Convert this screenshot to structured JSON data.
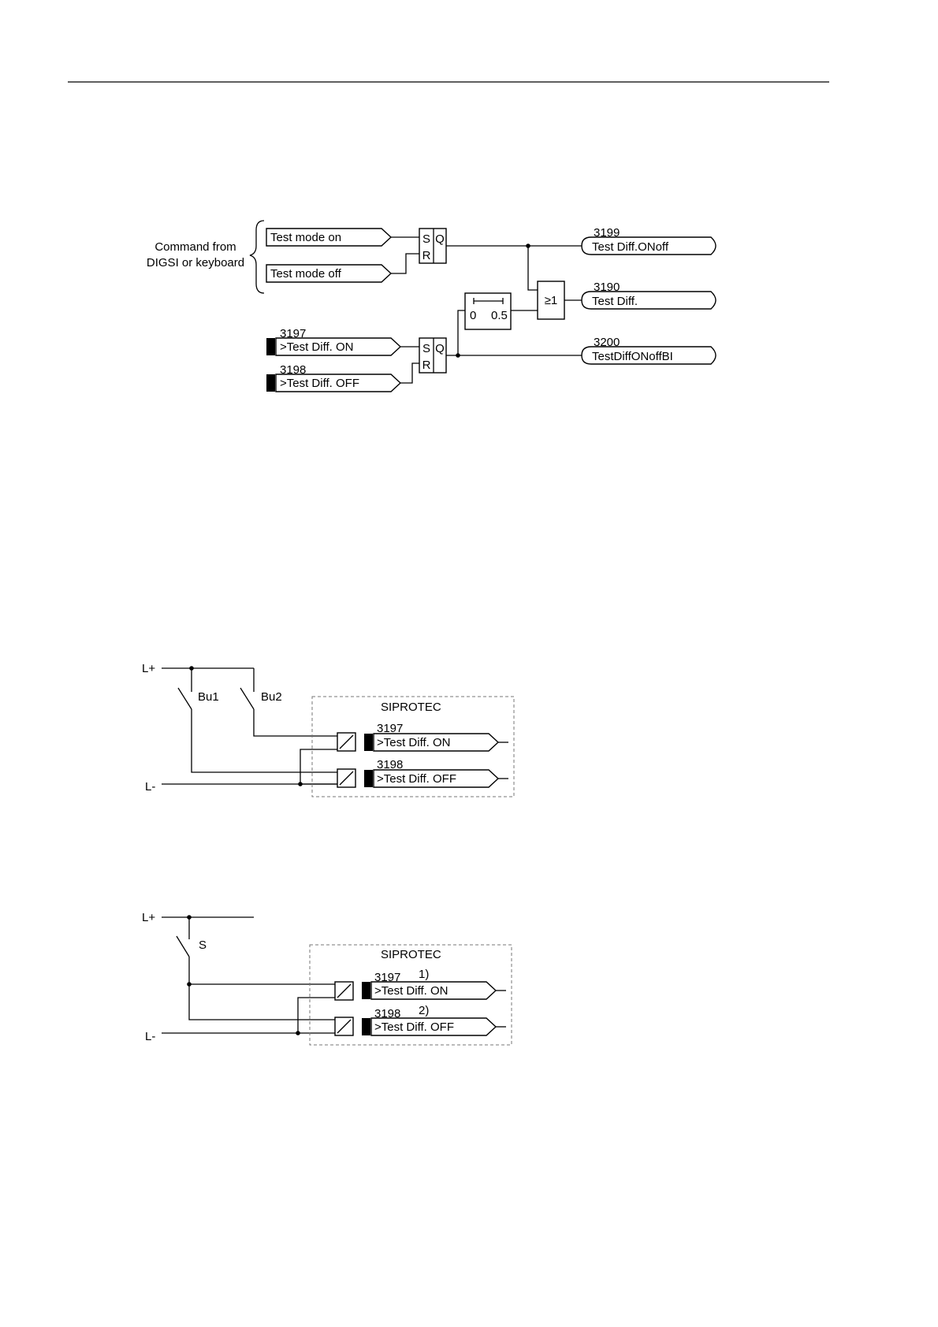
{
  "logic_diagram": {
    "command_source": [
      "Command from",
      "DIGSI or keyboard"
    ],
    "input_test_mode_on": "Test mode on",
    "input_test_mode_off": "Test mode off",
    "flipflop_s": "S",
    "flipflop_q": "Q",
    "flipflop_r": "R",
    "binary_in_on_no": "3197",
    "binary_in_on": ">Test Diff. ON",
    "binary_in_off_no": "3198",
    "binary_in_off": ">Test Diff. OFF",
    "timer_t1": "0",
    "timer_t2": "0.5",
    "or_gate": "≥1",
    "out_onoff_no": "3199",
    "out_onoff": "Test Diff.ONoff",
    "out_test_no": "3190",
    "out_test": "Test Diff.",
    "out_onoffbi_no": "3200",
    "out_onoffbi": "TestDiffONoffBI"
  },
  "wiring_pushbuttons": {
    "l_plus": "L+",
    "l_minus": "L-",
    "button1": "Bu1",
    "button2": "Bu2",
    "device": "SIPROTEC",
    "in_on_no": "3197",
    "in_on": ">Test Diff. ON",
    "in_off_no": "3198",
    "in_off": ">Test Diff. OFF"
  },
  "wiring_switch": {
    "l_plus": "L+",
    "l_minus": "L-",
    "switch": "S",
    "device": "SIPROTEC",
    "in_on_no": "3197",
    "in_on_note": "1)",
    "in_on": ">Test Diff. ON",
    "in_off_no": "3198",
    "in_off_note": "2)",
    "in_off": ">Test Diff. OFF"
  }
}
